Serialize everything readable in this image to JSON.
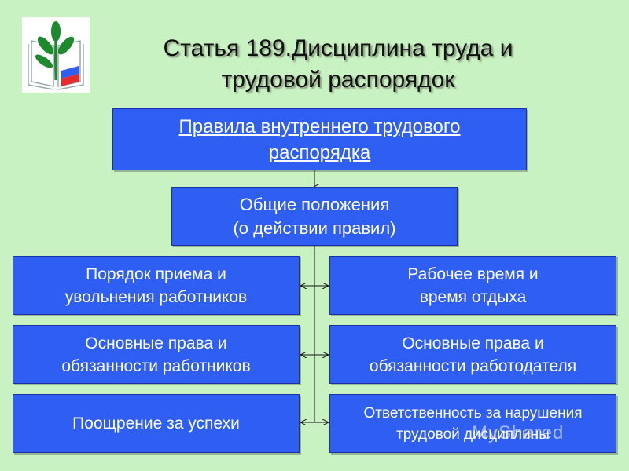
{
  "title": "Статья 189.Дисциплина труда и\nтрудовой распорядок",
  "logo": {
    "icon": "trade-union-book-leaf-logo",
    "colors": [
      "#1e8a2e",
      "#e52b2b",
      "#2e5ef2",
      "#ffffff"
    ]
  },
  "diagram": {
    "root": "Правила внутреннего трудового\nраспорядка",
    "general": "Общие положения\n(о действии правил)",
    "left": [
      "Порядок приема и\nувольнения работников",
      "Основные права и\nобязанности работников",
      "Поощрение за успехи"
    ],
    "right": [
      "Рабочее время и\nвремя отдыха",
      "Основные права и\nобязанности работодателя",
      "Ответственность за нарушения\nтрудовой дисциплины"
    ]
  },
  "watermark": "MyShared",
  "colors": {
    "background": "#c9f2c2",
    "box": "#2e5ef2",
    "box_text": "#ffffff",
    "title": "#111111"
  }
}
